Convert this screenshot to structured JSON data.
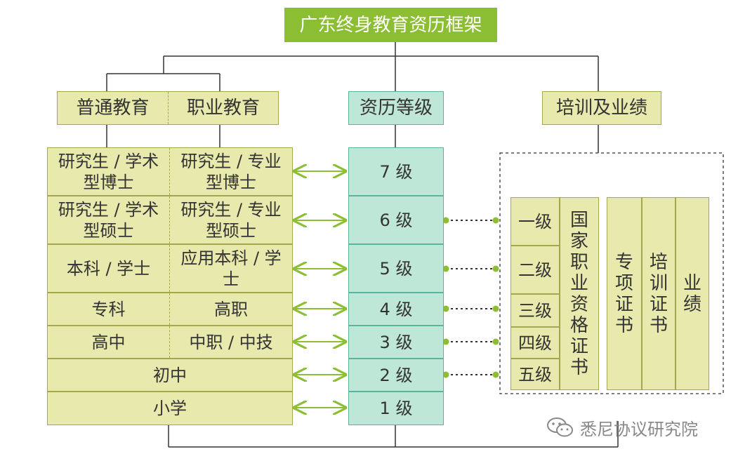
{
  "title": "广东终身教育资历框架",
  "headers": {
    "general": "普通教育",
    "vocational": "职业教育",
    "levels": "资历等级",
    "training": "培训及业绩"
  },
  "rows": [
    {
      "level": "7 级",
      "general": "研究生 / 学术型博士",
      "vocational": "研究生 / 专业型博士"
    },
    {
      "level": "6 级",
      "general": "研究生 / 学术型硕士",
      "vocational": "研究生 / 专业型硕士"
    },
    {
      "level": "5 级",
      "general": "本科 / 学士",
      "vocational": "应用本科 / 学士"
    },
    {
      "level": "4 级",
      "general": "专科",
      "vocational": "高职"
    },
    {
      "level": "3 级",
      "general": "高中",
      "vocational": "中职 / 中技"
    },
    {
      "level": "2 级",
      "merged": "初中"
    },
    {
      "level": "1 级",
      "merged": "小学"
    }
  ],
  "vocational_cert": {
    "grades": [
      "一级",
      "二级",
      "三级",
      "四级",
      "五级"
    ],
    "label": "国家职业资格证书"
  },
  "other_certs": [
    "专项证书",
    "培训证书",
    "业绩"
  ],
  "watermark": "悉尼协议研究院",
  "colors": {
    "title_bg": "#8cbe34",
    "education_fill": "#e7e9ad",
    "level_fill": "#bfe7d7",
    "arrow": "#8cbe34"
  }
}
